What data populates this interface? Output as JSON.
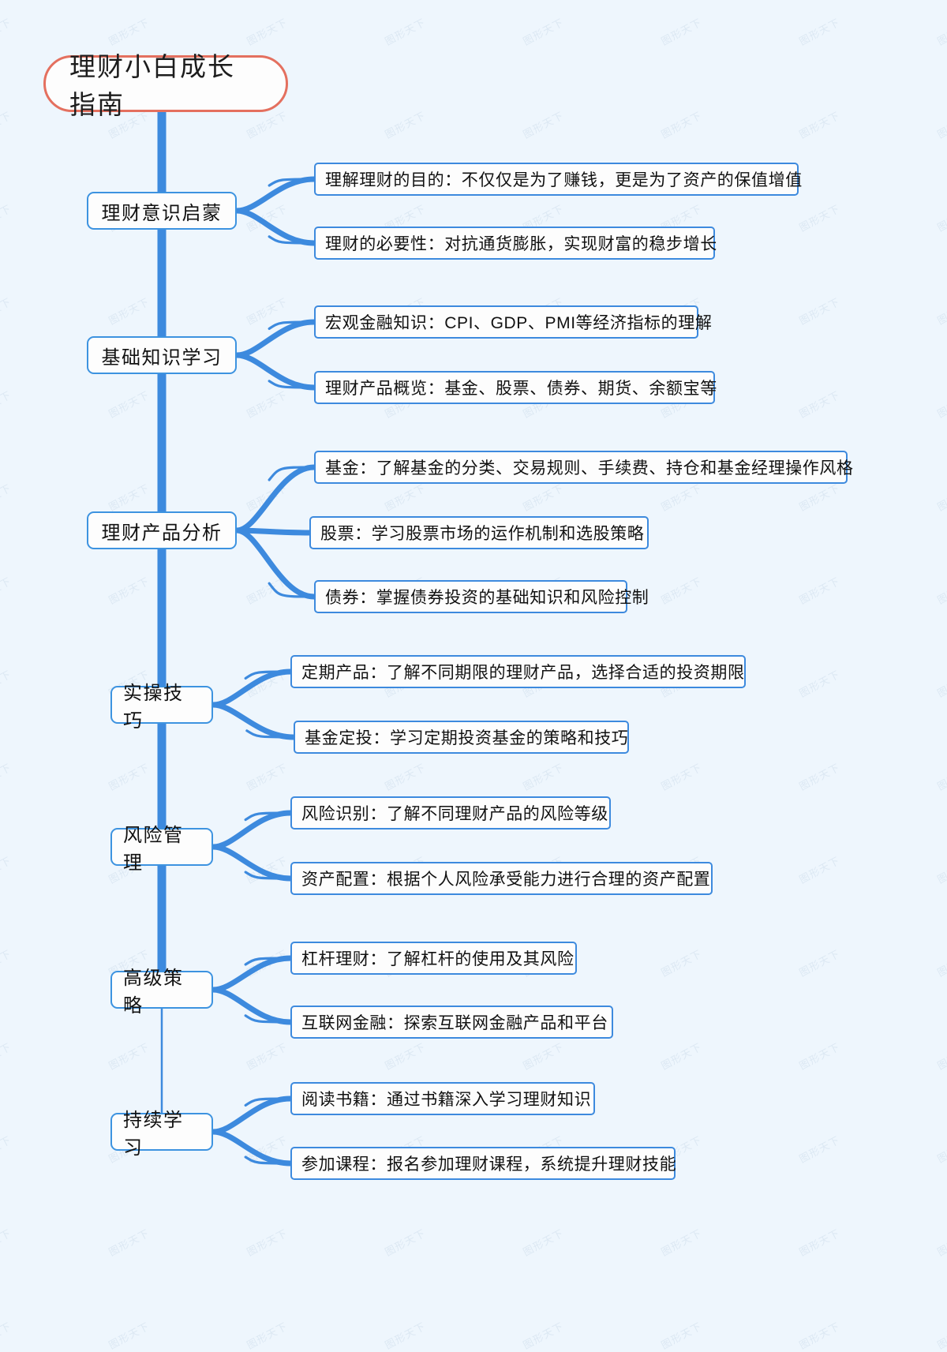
{
  "meta": {
    "diagram_type": "mindmap",
    "watermark_text": "图形天下",
    "background_color": "#eef6fd",
    "root_border_color": "#e4705f",
    "branch_border_color": "#3d93e0",
    "leaf_border_color": "#3d8ade",
    "connector_color": "#3d8ade"
  },
  "root": {
    "label": "理财小白成长指南"
  },
  "branches": [
    {
      "label": "理财意识启蒙",
      "children": [
        {
          "label": "理解理财的目的：不仅仅是为了赚钱，更是为了资产的保值增值"
        },
        {
          "label": "理财的必要性：对抗通货膨胀，实现财富的稳步增长"
        }
      ]
    },
    {
      "label": "基础知识学习",
      "children": [
        {
          "label": "宏观金融知识：CPI、GDP、PMI等经济指标的理解"
        },
        {
          "label": "理财产品概览：基金、股票、债券、期货、余额宝等"
        }
      ]
    },
    {
      "label": "理财产品分析",
      "children": [
        {
          "label": "基金：了解基金的分类、交易规则、手续费、持仓和基金经理操作风格"
        },
        {
          "label": "股票：学习股票市场的运作机制和选股策略"
        },
        {
          "label": "债券：掌握债券投资的基础知识和风险控制"
        }
      ]
    },
    {
      "label": "实操技巧",
      "children": [
        {
          "label": "定期产品：了解不同期限的理财产品，选择合适的投资期限"
        },
        {
          "label": "基金定投：学习定期投资基金的策略和技巧"
        }
      ]
    },
    {
      "label": "风险管理",
      "children": [
        {
          "label": "风险识别：了解不同理财产品的风险等级"
        },
        {
          "label": "资产配置：根据个人风险承受能力进行合理的资产配置"
        }
      ]
    },
    {
      "label": "高级策略",
      "children": [
        {
          "label": "杠杆理财：了解杠杆的使用及其风险"
        },
        {
          "label": "互联网金融：探索互联网金融产品和平台"
        }
      ]
    },
    {
      "label": "持续学习",
      "children": [
        {
          "label": "阅读书籍：通过书籍深入学习理财知识"
        },
        {
          "label": "参加课程：报名参加理财课程，系统提升理财技能"
        }
      ]
    }
  ]
}
